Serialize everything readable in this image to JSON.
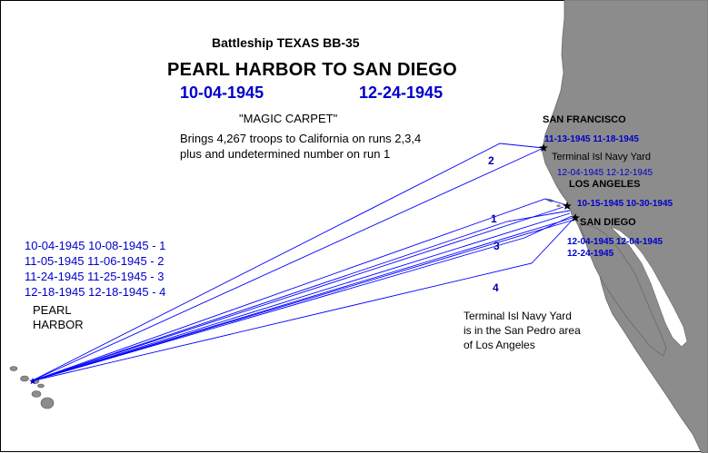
{
  "header": {
    "ship": "Battleship TEXAS BB-35",
    "route": "PEARL HARBOR TO SAN DIEGO",
    "start_date": "10-04-1945",
    "end_date": "12-24-1945"
  },
  "operation": {
    "name": "\"MAGIC CARPET\"",
    "line1": "Brings 4,267 troops to California on runs 2,3,4",
    "line2": "plus and undetermined number on run 1"
  },
  "runs_legend": [
    "10-04-1945 10-08-1945 - 1",
    "11-05-1945 11-06-1945 - 2",
    "11-24-1945 11-25-1945 - 3",
    "12-18-1945 12-18-1945 - 4"
  ],
  "origin": {
    "line1": "PEARL",
    "line2": "HARBOR"
  },
  "ports": {
    "san_francisco": {
      "name": "SAN FRANCISCO",
      "dates": "11-13-1945  11-18-1945"
    },
    "terminal_isl": {
      "name": "Terminal Isl Navy Yard",
      "dates": "12-04-1945 12-12-1945"
    },
    "los_angeles": {
      "name": "LOS ANGELES",
      "dates": "10-15-1945 10-30-1945"
    },
    "san_diego": {
      "name": "SAN DIEGO",
      "dates_line1": "12-04-1945 12-04-1945",
      "dates_line2": "12-24-1945"
    }
  },
  "run_labels": {
    "r1": "1",
    "r2": "2",
    "r3": "3",
    "r4": "4"
  },
  "note": {
    "line1": "Terminal Isl Navy Yard",
    "line2": "is in the San Pedro area",
    "line3": "of Los Angeles"
  },
  "colors": {
    "land": "#8c8c8c",
    "route": "#0000ff",
    "date_text": "#0000cc"
  }
}
